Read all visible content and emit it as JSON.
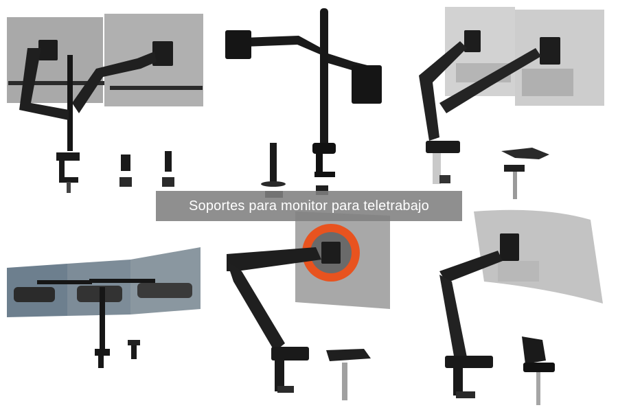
{
  "caption": {
    "text": "Soportes para monitor para teletrabajo"
  },
  "colors": {
    "caption_band": "#808080",
    "caption_text": "#ffffff",
    "mount_black": "#1a1a1a",
    "monitor_gray": "#9a9a9a",
    "accent_orange": "#e8531f"
  },
  "photos": [
    {
      "subject": "dual gas-spring monitor arm on pole with two gray monitors"
    },
    {
      "subject": "dual monitor mount on tall pole with C-clamp and grommet base"
    },
    {
      "subject": "dual gas-spring arm holding two gray monitors, desk clamp"
    },
    {
      "subject": "triple monitor mount with three screens showing racing cars"
    },
    {
      "subject": "single gas-spring monitor arm with orange-lit curved monitor"
    },
    {
      "subject": "single gas-spring arm with curved monitor back, clamp and grommet"
    }
  ]
}
